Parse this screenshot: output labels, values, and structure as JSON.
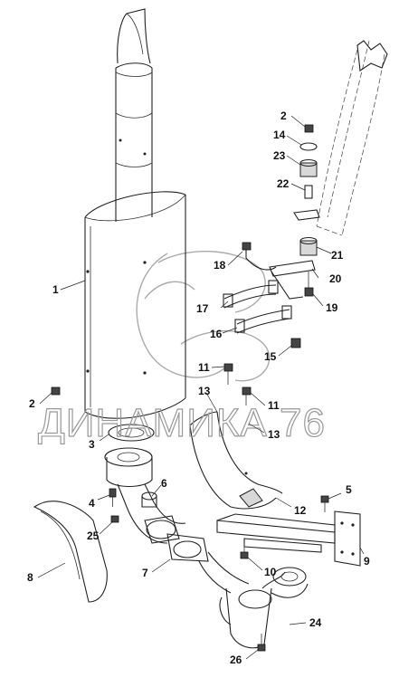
{
  "callouts": [
    {
      "id": "c1",
      "text": "1"
    },
    {
      "id": "c2a",
      "text": "2"
    },
    {
      "id": "c2b",
      "text": "2"
    },
    {
      "id": "c3",
      "text": "3"
    },
    {
      "id": "c4",
      "text": "4"
    },
    {
      "id": "c5",
      "text": "5"
    },
    {
      "id": "c6",
      "text": "6"
    },
    {
      "id": "c7",
      "text": "7"
    },
    {
      "id": "c8",
      "text": "8"
    },
    {
      "id": "c9",
      "text": "9"
    },
    {
      "id": "c10",
      "text": "10"
    },
    {
      "id": "c11a",
      "text": "11"
    },
    {
      "id": "c11b",
      "text": "11"
    },
    {
      "id": "c12",
      "text": "12"
    },
    {
      "id": "c13a",
      "text": "13"
    },
    {
      "id": "c13b",
      "text": "13"
    },
    {
      "id": "c14",
      "text": "14"
    },
    {
      "id": "c15",
      "text": "15"
    },
    {
      "id": "c16",
      "text": "16"
    },
    {
      "id": "c17",
      "text": "17"
    },
    {
      "id": "c18",
      "text": "18"
    },
    {
      "id": "c19",
      "text": "19"
    },
    {
      "id": "c20",
      "text": "20"
    },
    {
      "id": "c21",
      "text": "21"
    },
    {
      "id": "c22",
      "text": "22"
    },
    {
      "id": "c23",
      "text": "23"
    },
    {
      "id": "c24",
      "text": "24"
    },
    {
      "id": "c25",
      "text": "25"
    },
    {
      "id": "c26",
      "text": "26"
    }
  ],
  "watermark": {
    "text": "ДИНАМИКА 76"
  },
  "colors": {
    "line": "#222222",
    "watermark": "#999999",
    "background": "#ffffff"
  }
}
